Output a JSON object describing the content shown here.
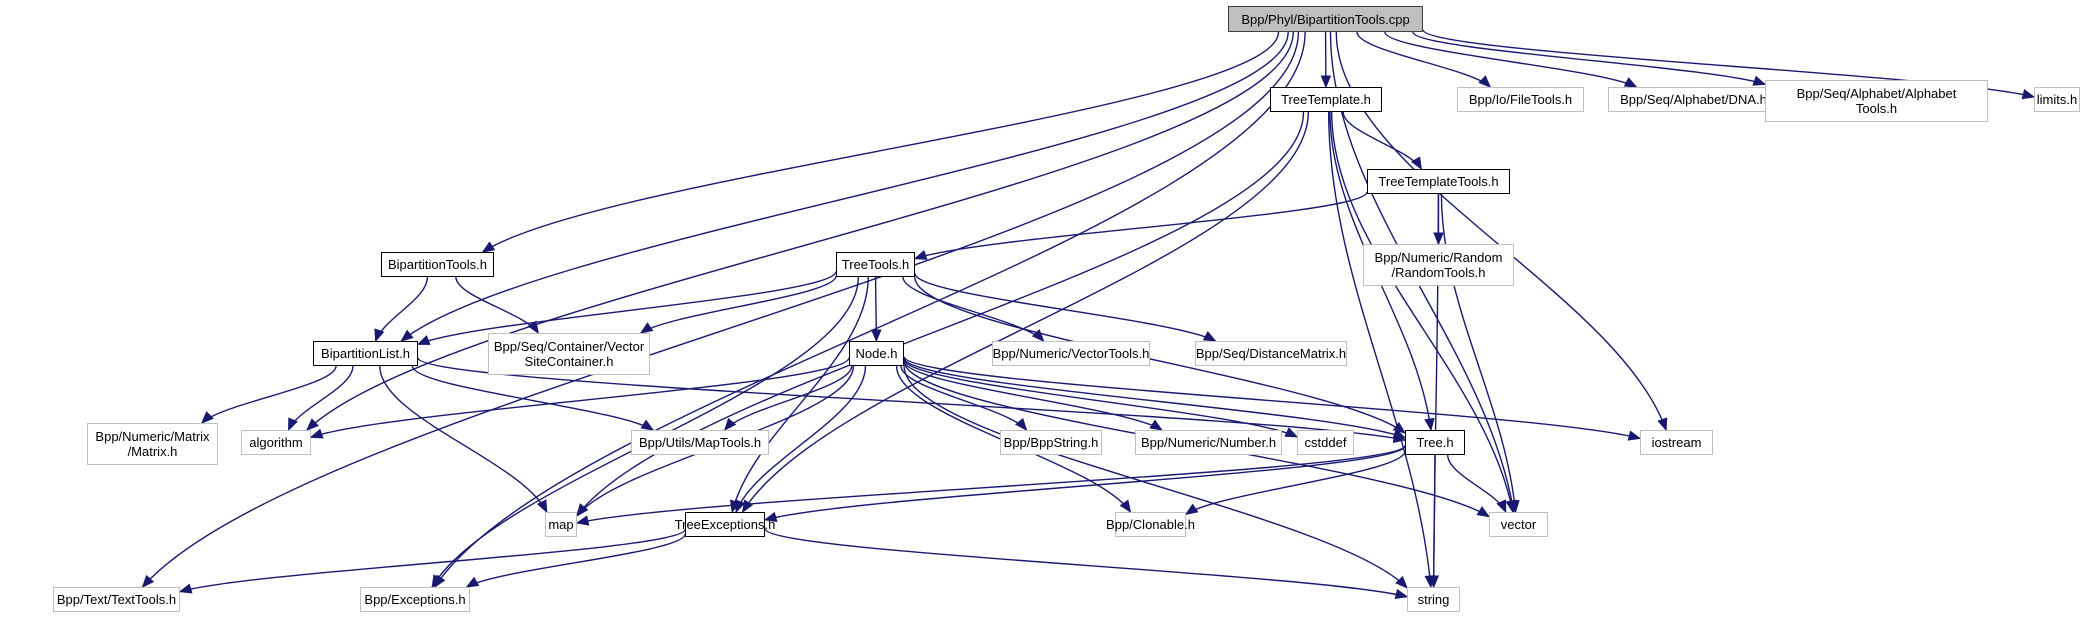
{
  "diagram": {
    "type": "include-dependency-graph",
    "root": "Bpp/Phyl/BipartitionTools.cpp",
    "colors": {
      "edge": "#191970",
      "root_fill": "#bfbfbf",
      "internal_border": "#000000",
      "external_border": "#bfbfbf"
    },
    "nodes": [
      {
        "id": "root",
        "label": "Bpp/Phyl/BipartitionTools.cpp",
        "kind": "root"
      },
      {
        "id": "treetemplate",
        "label": "TreeTemplate.h",
        "kind": "internal"
      },
      {
        "id": "filetools",
        "label": "Bpp/Io/FileTools.h",
        "kind": "external"
      },
      {
        "id": "dna",
        "label": "Bpp/Seq/Alphabet/DNA.h",
        "kind": "external"
      },
      {
        "id": "alphabettools",
        "label": "Bpp/Seq/Alphabet/Alphabet\nTools.h",
        "kind": "external"
      },
      {
        "id": "limits",
        "label": "limits.h",
        "kind": "external"
      },
      {
        "id": "treetemplatetools",
        "label": "TreeTemplateTools.h",
        "kind": "internal"
      },
      {
        "id": "randomtools",
        "label": "Bpp/Numeric/Random\n/RandomTools.h",
        "kind": "external"
      },
      {
        "id": "bipartitiontools",
        "label": "BipartitionTools.h",
        "kind": "internal"
      },
      {
        "id": "treetools",
        "label": "TreeTools.h",
        "kind": "internal"
      },
      {
        "id": "bipartitionlist",
        "label": "BipartitionList.h",
        "kind": "internal"
      },
      {
        "id": "vectorsitecontainer",
        "label": "Bpp/Seq/Container/Vector\nSiteContainer.h",
        "kind": "external"
      },
      {
        "id": "node",
        "label": "Node.h",
        "kind": "internal"
      },
      {
        "id": "vectortools",
        "label": "Bpp/Numeric/VectorTools.h",
        "kind": "external"
      },
      {
        "id": "distancematrix",
        "label": "Bpp/Seq/DistanceMatrix.h",
        "kind": "external"
      },
      {
        "id": "matrix",
        "label": "Bpp/Numeric/Matrix\n/Matrix.h",
        "kind": "external"
      },
      {
        "id": "algorithm",
        "label": "algorithm",
        "kind": "external"
      },
      {
        "id": "maptools",
        "label": "Bpp/Utils/MapTools.h",
        "kind": "external"
      },
      {
        "id": "bppstring",
        "label": "Bpp/BppString.h",
        "kind": "external"
      },
      {
        "id": "number",
        "label": "Bpp/Numeric/Number.h",
        "kind": "external"
      },
      {
        "id": "cstddef",
        "label": "cstddef",
        "kind": "external"
      },
      {
        "id": "tree",
        "label": "Tree.h",
        "kind": "internal"
      },
      {
        "id": "iostream",
        "label": "iostream",
        "kind": "external"
      },
      {
        "id": "map",
        "label": "map",
        "kind": "external"
      },
      {
        "id": "treeexceptions",
        "label": "TreeExceptions.h",
        "kind": "internal"
      },
      {
        "id": "clonable",
        "label": "Bpp/Clonable.h",
        "kind": "external"
      },
      {
        "id": "vector",
        "label": "vector",
        "kind": "external"
      },
      {
        "id": "texttools",
        "label": "Bpp/Text/TextTools.h",
        "kind": "external"
      },
      {
        "id": "exceptions",
        "label": "Bpp/Exceptions.h",
        "kind": "external"
      },
      {
        "id": "string",
        "label": "string",
        "kind": "external"
      }
    ],
    "edges": [
      [
        "root",
        "treetemplate"
      ],
      [
        "root",
        "filetools"
      ],
      [
        "root",
        "dna"
      ],
      [
        "root",
        "alphabettools"
      ],
      [
        "root",
        "limits"
      ],
      [
        "root",
        "bipartitiontools"
      ],
      [
        "root",
        "bipartitionlist"
      ],
      [
        "root",
        "algorithm"
      ],
      [
        "root",
        "texttools"
      ],
      [
        "root",
        "exceptions"
      ],
      [
        "root",
        "iostream"
      ],
      [
        "root",
        "vector"
      ],
      [
        "treetemplate",
        "treetemplatetools"
      ],
      [
        "treetemplate",
        "tree"
      ],
      [
        "treetemplate",
        "map"
      ],
      [
        "treetemplate",
        "treeexceptions"
      ],
      [
        "treetemplate",
        "string"
      ],
      [
        "treetemplate",
        "vector"
      ],
      [
        "treetemplatetools",
        "treetools"
      ],
      [
        "treetemplatetools",
        "randomtools"
      ],
      [
        "treetemplatetools",
        "vector"
      ],
      [
        "treetemplatetools",
        "string"
      ],
      [
        "bipartitiontools",
        "bipartitionlist"
      ],
      [
        "bipartitiontools",
        "vectorsitecontainer"
      ],
      [
        "treetools",
        "bipartitionlist"
      ],
      [
        "treetools",
        "vectorsitecontainer"
      ],
      [
        "treetools",
        "node"
      ],
      [
        "treetools",
        "vectortools"
      ],
      [
        "treetools",
        "distancematrix"
      ],
      [
        "treetools",
        "treeexceptions"
      ],
      [
        "treetools",
        "tree"
      ],
      [
        "treetools",
        "exceptions"
      ],
      [
        "bipartitionlist",
        "matrix"
      ],
      [
        "bipartitionlist",
        "algorithm"
      ],
      [
        "bipartitionlist",
        "maptools"
      ],
      [
        "bipartitionlist",
        "map"
      ],
      [
        "bipartitionlist",
        "tree"
      ],
      [
        "node",
        "algorithm"
      ],
      [
        "node",
        "maptools"
      ],
      [
        "node",
        "bppstring"
      ],
      [
        "node",
        "number"
      ],
      [
        "node",
        "cstddef"
      ],
      [
        "node",
        "tree"
      ],
      [
        "node",
        "iostream"
      ],
      [
        "node",
        "map"
      ],
      [
        "node",
        "treeexceptions"
      ],
      [
        "node",
        "clonable"
      ],
      [
        "node",
        "string"
      ],
      [
        "node",
        "vector"
      ],
      [
        "tree",
        "map"
      ],
      [
        "tree",
        "treeexceptions"
      ],
      [
        "tree",
        "clonable"
      ],
      [
        "tree",
        "vector"
      ],
      [
        "tree",
        "string"
      ],
      [
        "treeexceptions",
        "texttools"
      ],
      [
        "treeexceptions",
        "exceptions"
      ],
      [
        "treeexceptions",
        "string"
      ]
    ]
  }
}
